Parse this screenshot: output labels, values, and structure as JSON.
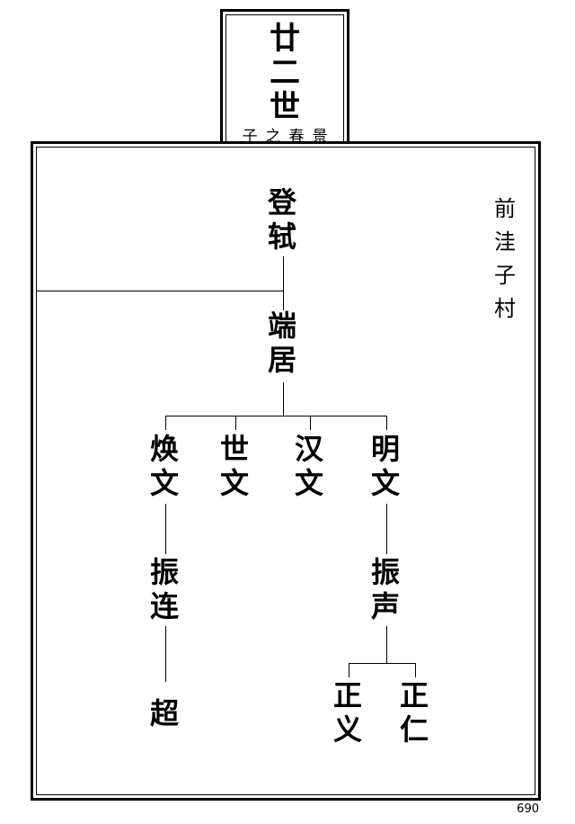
{
  "header": {
    "generation": [
      "廿",
      "二",
      "世"
    ],
    "subtitle": "子之春景"
  },
  "village": [
    "前",
    "洼",
    "子",
    "村"
  ],
  "tree": {
    "dengshi": "登轼",
    "duanju": "端居",
    "huanwen": "焕文",
    "shiwen": "世文",
    "hanwen": "汉文",
    "mingwen": "明文",
    "zhenlian": "振连",
    "zhensheng": "振声",
    "chao": "超",
    "zhengyi": "正义",
    "zhengren": "正仁"
  },
  "page_number": "690"
}
